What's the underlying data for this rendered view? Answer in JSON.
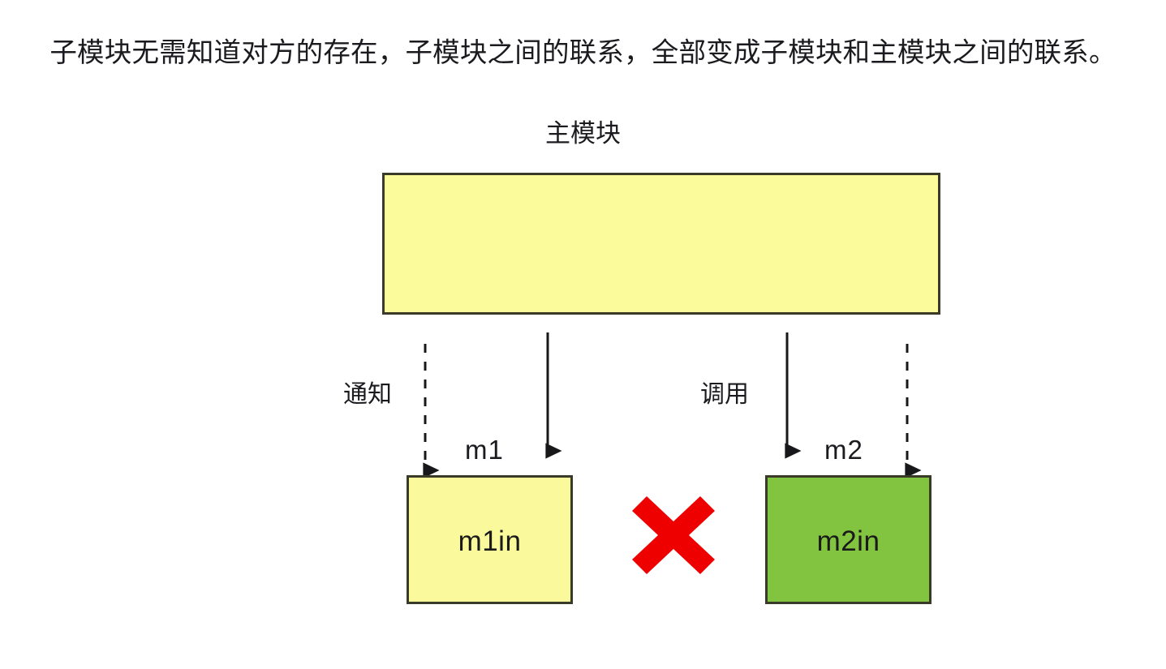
{
  "page": {
    "background_color": "#ffffff",
    "title": "子模块无需知道对方的存在，子模块之间的联系，全部变成子模块和主模块之间的联系。"
  },
  "diagram": {
    "main_module": {
      "caption": "主模块",
      "fill_color": "#fbfb9b",
      "border_color": "#3a3a28",
      "label": ""
    },
    "sub_modules": [
      {
        "edge_label": "m1",
        "box_label": "m1in",
        "fill_color": "#fafa9c",
        "border_color": "#3a3a28"
      },
      {
        "edge_label": "m2",
        "box_label": "m2in",
        "fill_color": "#82c440",
        "border_color": "#3a3a28"
      }
    ],
    "connection_labels": {
      "notify": "通知",
      "call": "调用"
    },
    "forbidden_marker": {
      "icon": "red-x-icon",
      "color": "#ee0000",
      "meaning": "子模块之间不可直接联系"
    },
    "arrow_color": "#18181b"
  },
  "chart_data": {
    "type": "diagram",
    "title": "子模块无需知道对方的存在，子模块之间的联系，全部变成子模块和主模块之间的联系。",
    "nodes": [
      {
        "id": "main",
        "label": "主模块",
        "shape": "rect",
        "fill": "#fbfb9b"
      },
      {
        "id": "m1in",
        "label": "m1in",
        "shape": "rect",
        "fill": "#fafa9c"
      },
      {
        "id": "m2in",
        "label": "m2in",
        "shape": "rect",
        "fill": "#82c440"
      }
    ],
    "edges": [
      {
        "from": "m1in",
        "to": "main",
        "label": "通知",
        "style": "dashed",
        "direction": "up"
      },
      {
        "from": "main",
        "to": "m1in",
        "label": "m1",
        "style": "solid",
        "direction": "down"
      },
      {
        "from": "main",
        "to": "m2in",
        "label": "m2",
        "style": "solid",
        "direction": "down"
      },
      {
        "from": "m2in",
        "to": "main",
        "label": "调用",
        "style": "dashed",
        "direction": "up"
      },
      {
        "from": "m1in",
        "to": "m2in",
        "label": "",
        "style": "forbidden",
        "direction": "none"
      }
    ]
  }
}
